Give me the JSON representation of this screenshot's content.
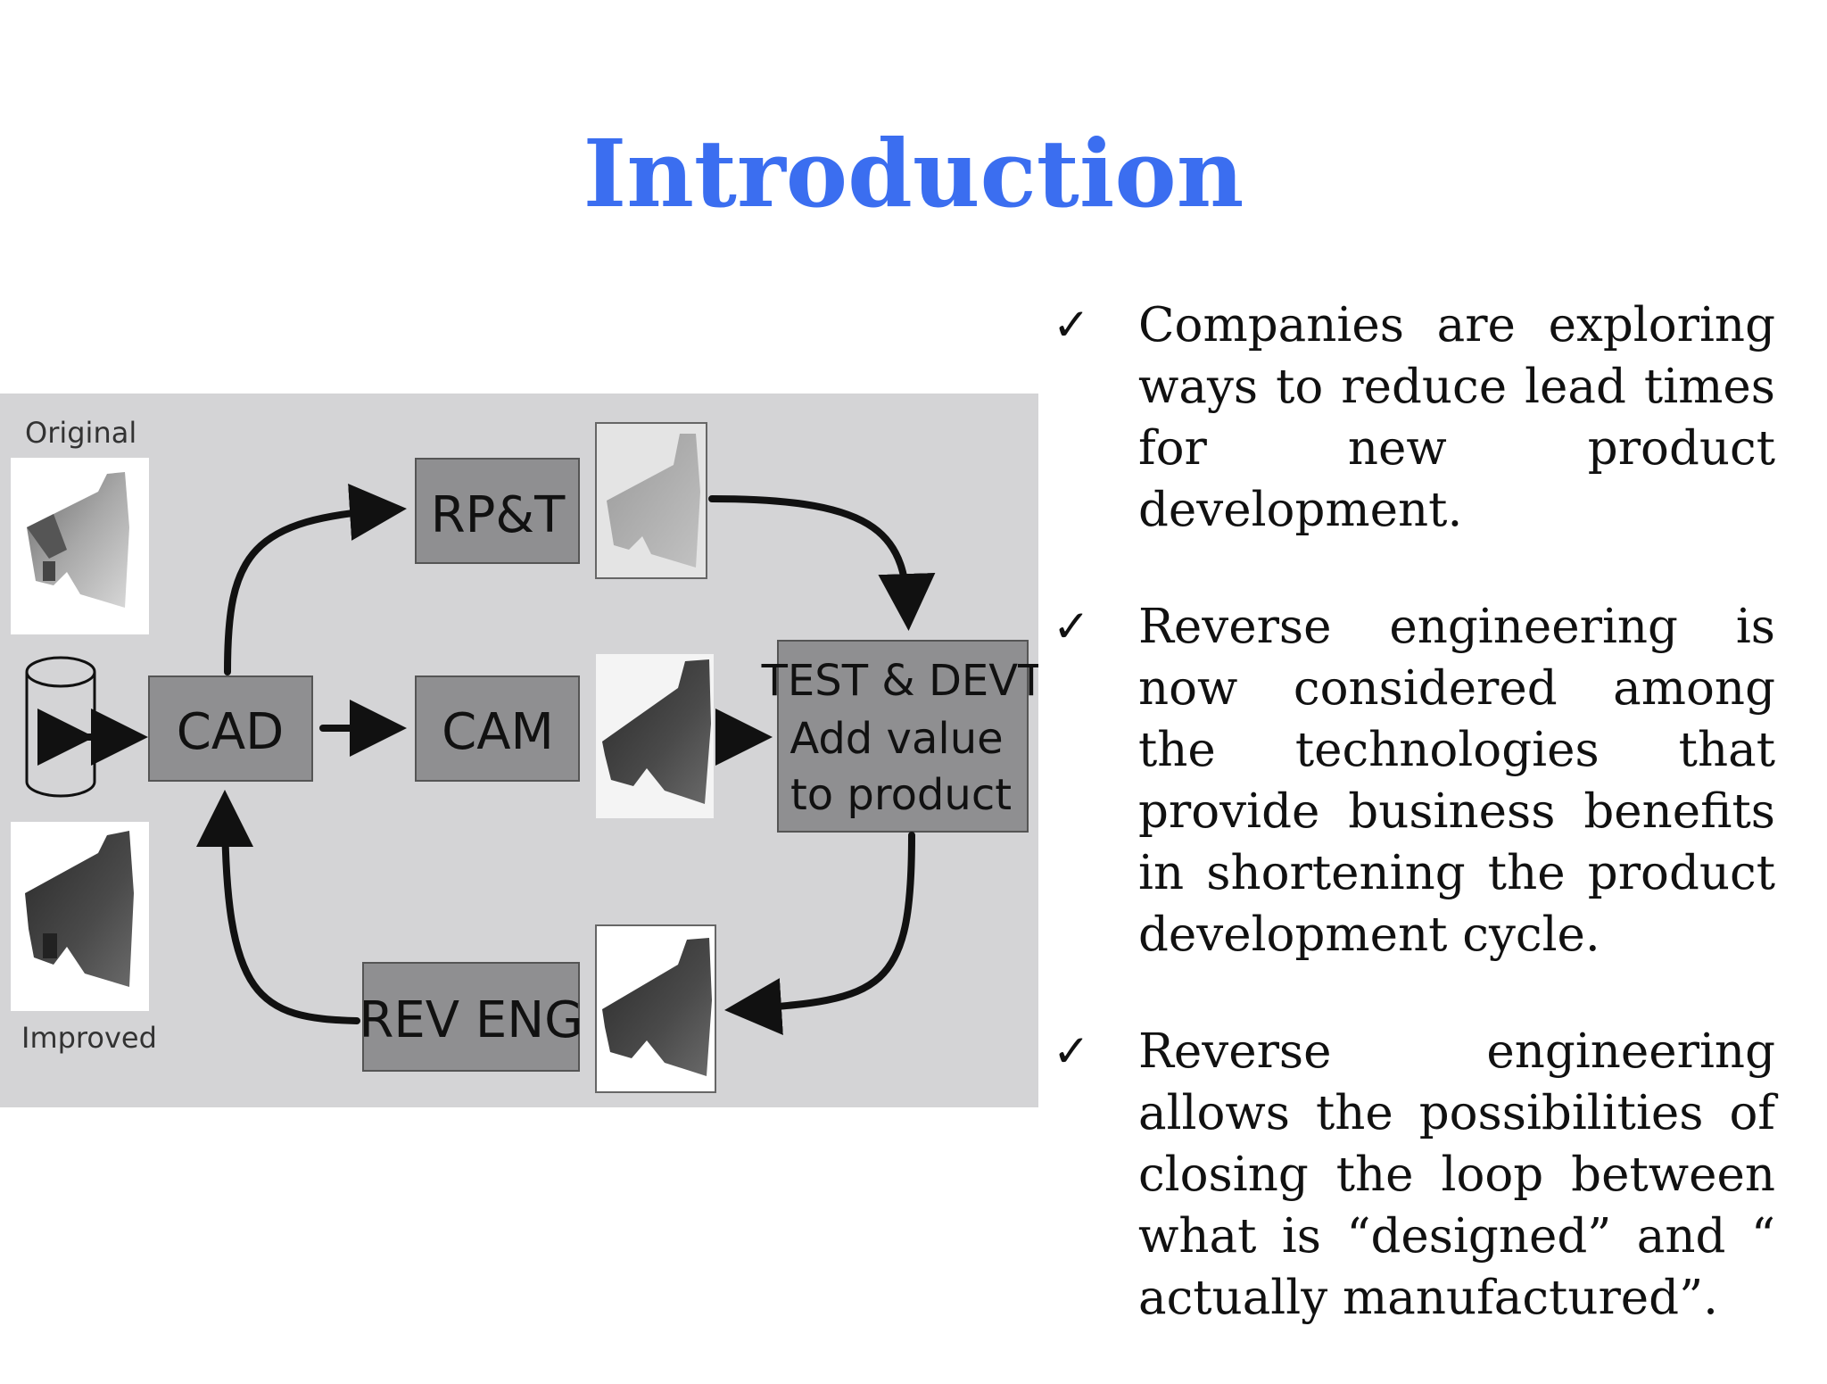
{
  "title": "Introduction",
  "diagram": {
    "original_label": "Original",
    "improved_label": "Improved",
    "cad_label": "CAD",
    "cam_label": "CAM",
    "rpt_label": "RP&T",
    "rev_eng_label": "REV ENG",
    "test_line1": "TEST & DEVT",
    "test_line2": "Add value",
    "test_line3": "to product",
    "colors": {
      "panel": "#d4d4d6",
      "box": "#8f8f91",
      "arrow": "#111111"
    }
  },
  "bullets": [
    {
      "icon": "check-icon",
      "text": "Companies are exploring ways to reduce lead times for new product development."
    },
    {
      "icon": "check-icon",
      "text": "Reverse engineering is now considered among the technologies that provide business benefits in shortening the product development cycle."
    },
    {
      "icon": "check-icon",
      "text": "Reverse engineering allows the possibilities of closing the loop between what is “designed” and “ actually manufactured”."
    }
  ]
}
